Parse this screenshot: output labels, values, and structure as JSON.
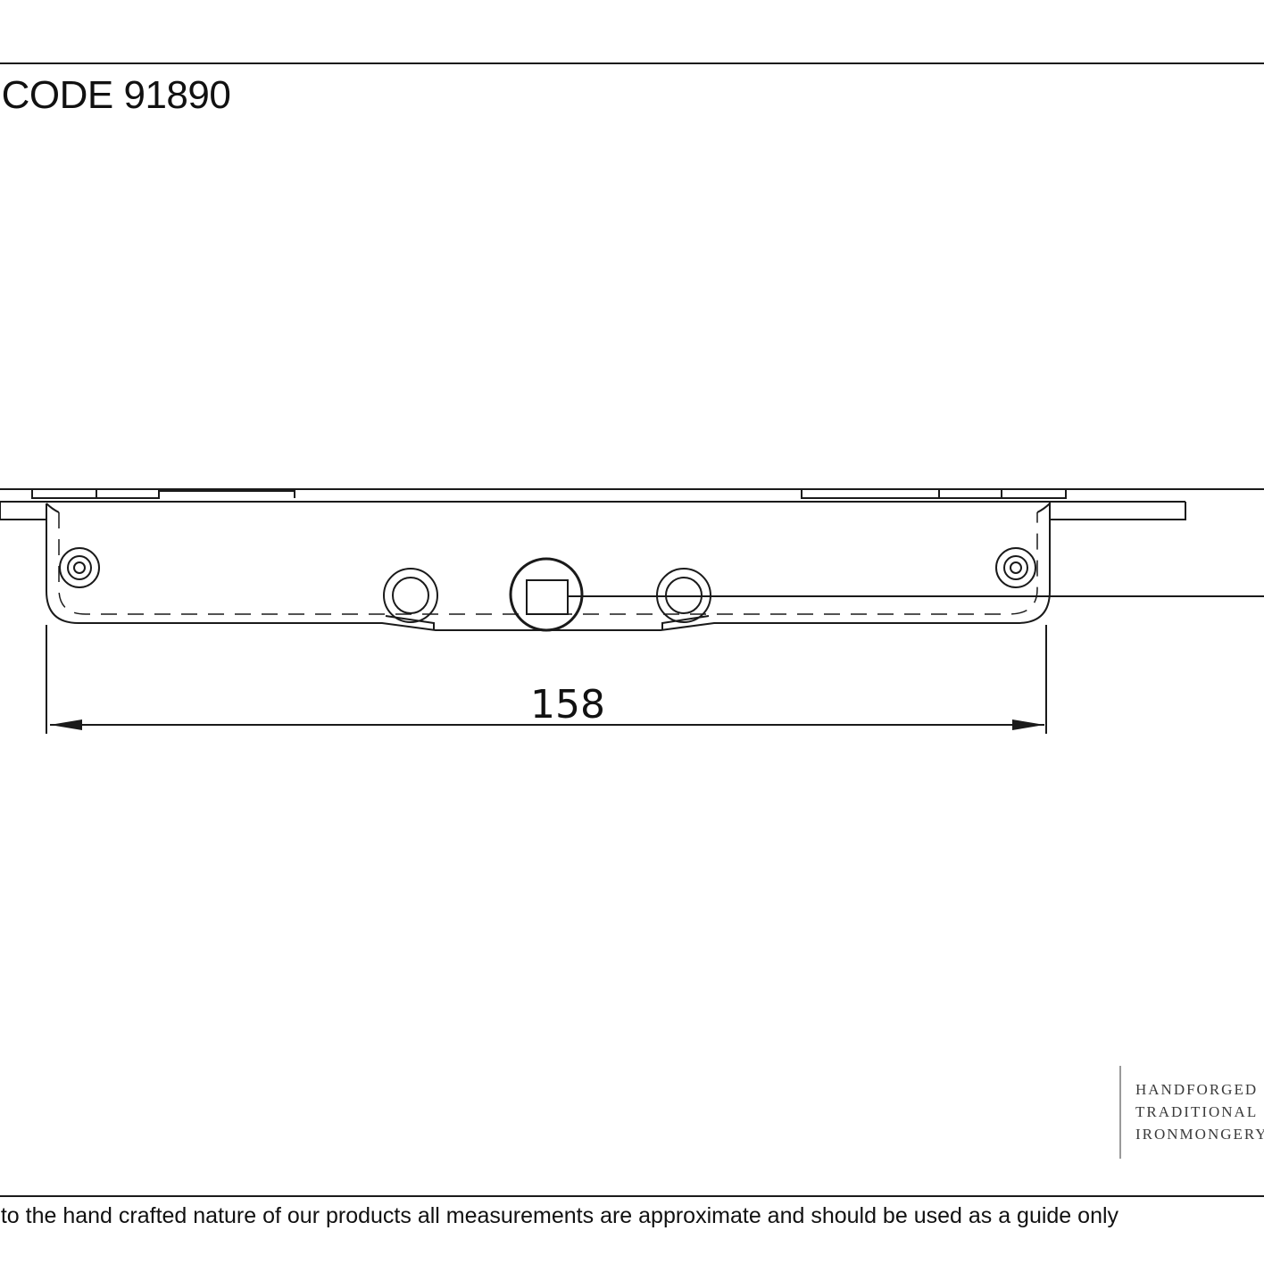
{
  "header": {
    "code_label": "' CODE 91890"
  },
  "drawing": {
    "dimension_label": "158"
  },
  "brand": {
    "line1": "HANDFORGED",
    "line2": "TRADITIONAL",
    "line3": "IRONMONGERY"
  },
  "footer": {
    "disclaimer": "e to the hand crafted nature of our products all measurements are approximate and should be used as a guide only"
  }
}
